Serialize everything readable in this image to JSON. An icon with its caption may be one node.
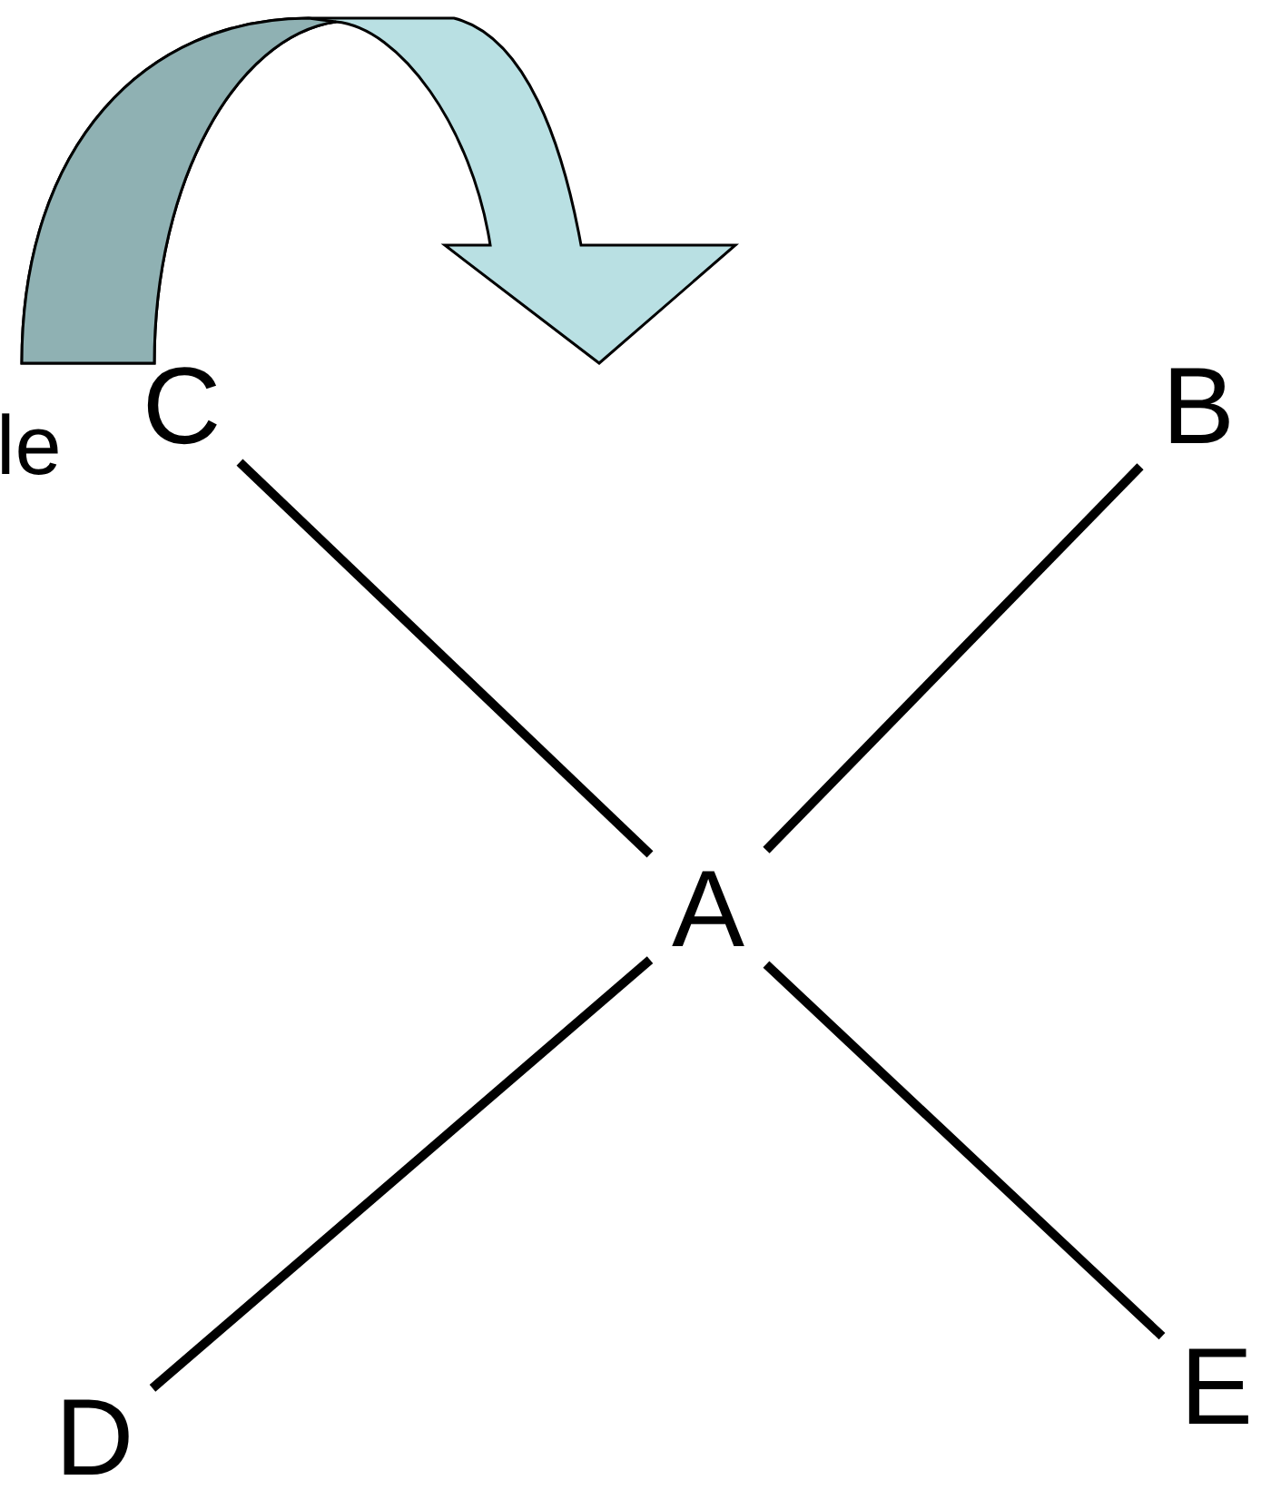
{
  "diagram": {
    "nodes": [
      {
        "text": [
          "C"
        ]
      },
      {
        "text": [
          "B"
        ]
      },
      {
        "text": [
          "A"
        ]
      },
      {
        "text": [
          "D"
        ]
      },
      {
        "text": [
          "E"
        ]
      }
    ],
    "edges": [
      {
        "from": 2,
        "to": 0,
        "arrow": "none"
      },
      {
        "from": 2,
        "to": 1,
        "arrow": "none"
      },
      {
        "from": 2,
        "to": 3,
        "arrow": "none"
      },
      {
        "from": 2,
        "to": 4,
        "arrow": "none"
      }
    ],
    "labels": [
      "le"
    ]
  }
}
